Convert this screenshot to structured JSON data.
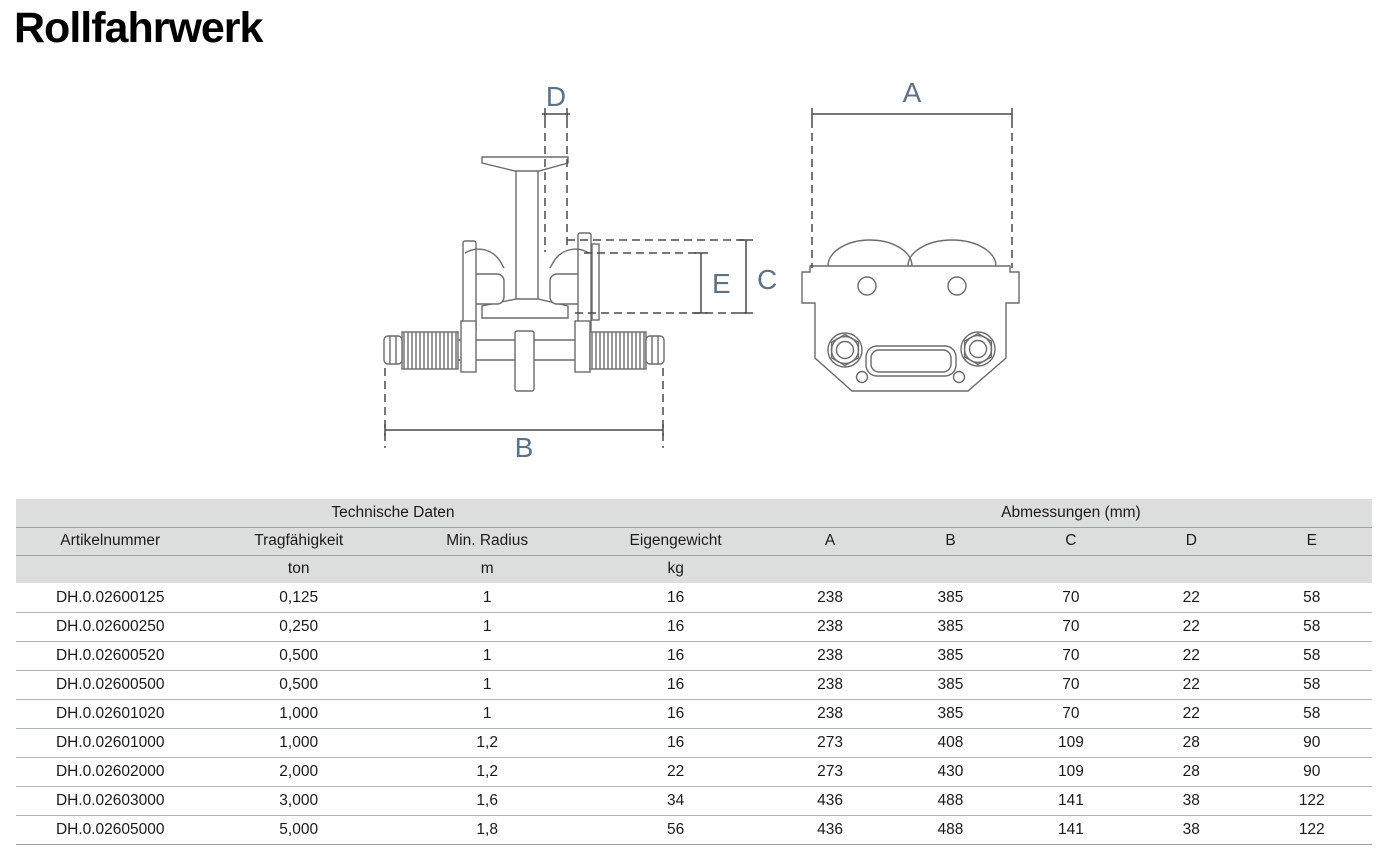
{
  "page": {
    "title": "Rollfahrwerk"
  },
  "drawing": {
    "labels": {
      "a": "A",
      "b": "B",
      "c": "C",
      "d": "D",
      "e": "E"
    }
  },
  "table": {
    "group_headers": {
      "left": "Technische Daten",
      "right": "Abmessungen (mm)"
    },
    "columns": [
      "Artikelnummer",
      "Tragfähigkeit",
      "Min. Radius",
      "Eigengewicht",
      "A",
      "B",
      "C",
      "D",
      "E"
    ],
    "units": [
      "",
      "ton",
      "m",
      "kg",
      "",
      "",
      "",
      "",
      ""
    ],
    "rows": [
      [
        "DH.0.02600125",
        "0,125",
        "1",
        "16",
        "238",
        "385",
        "70",
        "22",
        "58"
      ],
      [
        "DH.0.02600250",
        "0,250",
        "1",
        "16",
        "238",
        "385",
        "70",
        "22",
        "58"
      ],
      [
        "DH.0.02600520",
        "0,500",
        "1",
        "16",
        "238",
        "385",
        "70",
        "22",
        "58"
      ],
      [
        "DH.0.02600500",
        "0,500",
        "1",
        "16",
        "238",
        "385",
        "70",
        "22",
        "58"
      ],
      [
        "DH.0.02601020",
        "1,000",
        "1",
        "16",
        "238",
        "385",
        "70",
        "22",
        "58"
      ],
      [
        "DH.0.02601000",
        "1,000",
        "1,2",
        "16",
        "273",
        "408",
        "109",
        "28",
        "90"
      ],
      [
        "DH.0.02602000",
        "2,000",
        "1,2",
        "22",
        "273",
        "430",
        "109",
        "28",
        "90"
      ],
      [
        "DH.0.02603000",
        "3,000",
        "1,6",
        "34",
        "436",
        "488",
        "141",
        "38",
        "122"
      ],
      [
        "DH.0.02605000",
        "5,000",
        "1,8",
        "56",
        "436",
        "488",
        "141",
        "38",
        "122"
      ]
    ]
  },
  "colors": {
    "table_header_bg": "#dcdddd",
    "dimension_label": "#5d7287",
    "drawing_line": "#666666",
    "dimension_line": "#4a4a4a",
    "text": "#1a1a1a"
  }
}
